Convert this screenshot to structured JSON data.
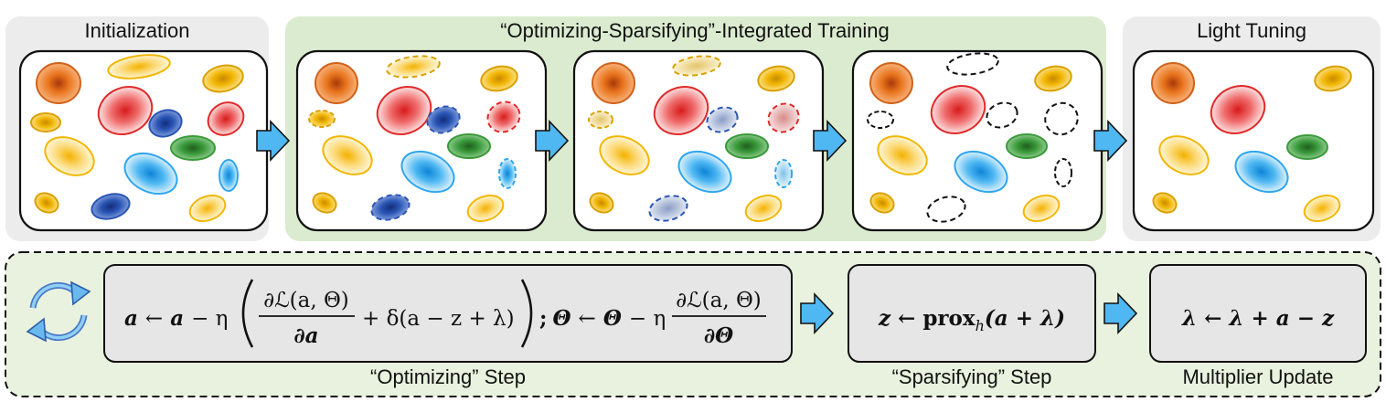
{
  "stages": {
    "initialization": {
      "label": "Initialization"
    },
    "training": {
      "label": "“Optimizing-Sparsifying”-Integrated Training"
    },
    "light_tuning": {
      "label": "Light Tuning"
    }
  },
  "steps": {
    "optimizing": {
      "label": "“Optimizing” Step"
    },
    "sparsifying": {
      "label": "“Sparsifying” Step"
    },
    "multiplier": {
      "label": "Multiplier Update"
    }
  },
  "equations": {
    "opt": {
      "a": "a",
      "arrow": "←",
      "minus_eta": "− η",
      "num": "∂ℒ(a, Θ)",
      "den": "∂a",
      "tail": "+ δ(a − z + λ)",
      "semi": ";",
      "theta": "Θ",
      "arrow2": "←",
      "theta2": "Θ",
      "minus_eta2": "− η",
      "num2": "∂ℒ(a, Θ)",
      "den2": "∂Θ"
    },
    "sparse": {
      "lhs": "z ← ",
      "prox": "prox",
      "sub": "h",
      "rhs": "(a + λ)"
    },
    "mult": {
      "text": "λ ← λ + a − z"
    }
  },
  "icons": [
    "refresh-cycle-icon",
    "arrow-right-icon"
  ],
  "colors": {
    "orange": "#e8731c",
    "yellow": "#f2b705",
    "red": "#e02a2a",
    "blue": "#2a55b5",
    "green": "#3a9a3a",
    "sky": "#2fa5ef",
    "arrow_fill": "#4fb8f2",
    "panel_gray": "#ececec",
    "panel_green": "#dbebcf"
  }
}
